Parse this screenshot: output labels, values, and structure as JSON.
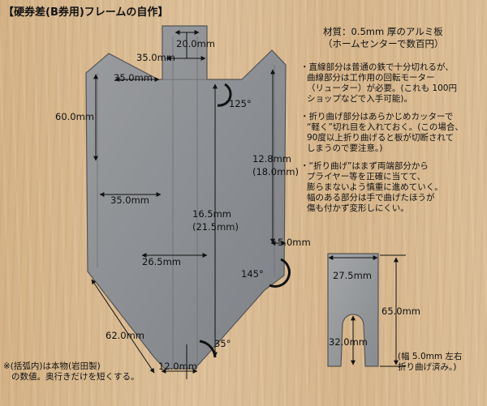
{
  "title": "【硬券差(B券用)フレームの自作】",
  "material": {
    "line1": "材質：0.5mm 厚のアルミ板",
    "line2": "（ホームセンターで数百円）"
  },
  "notes": [
    [
      "・直線部分は普通の鉄で十分切れるが、",
      "曲線部分は工作用の回転モーター",
      "（リューター）が必要。(これも 100円",
      "ショップなどで入手可能)。"
    ],
    [
      "・折り曲げ部分はあらかじめカッターで",
      "“軽く”切れ目を入れておく。(この場合、",
      "90度以上折り曲げると板が切断されて",
      "しまうので要注意。)"
    ],
    [
      "・“折り曲げ”はまず両端部分から",
      "プライヤー等を正確に当てて、",
      "膨らまないよう慎重に進めていく。",
      "幅のある部分は手で曲げたほうが",
      "傷も付かず変形しにくい。"
    ]
  ],
  "bracket_note": [
    "※(括弧内)は本物(岩田製)",
    "の数値。奥行きだけを短くする。"
  ],
  "small_note": [
    "(幅 5.0mm 左右",
    "折り曲げ済み。)"
  ],
  "dims": {
    "d20": "20.0mm",
    "d35a": "35.0mm",
    "d35b": "35.0mm",
    "d60": "60.0mm",
    "d125": "125°",
    "d128": "12.8mm",
    "d180": "(18.0mm)",
    "d35c": "35.0mm",
    "d165": "16.5mm",
    "d215": "(21.5mm)",
    "d50": "5.0mm",
    "d265": "26.5mm",
    "d145": "145°",
    "d620": "62.0mm",
    "d35deg": "35°",
    "d12": "12.0mm",
    "d275": "27.5mm",
    "d650": "65.0mm",
    "d320": "32.0mm"
  }
}
